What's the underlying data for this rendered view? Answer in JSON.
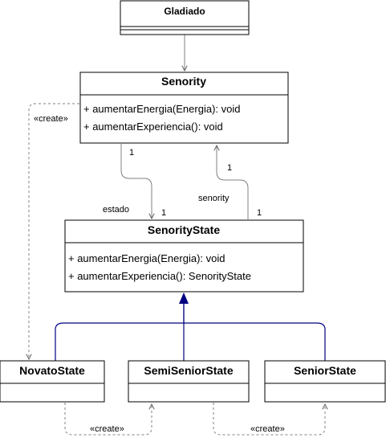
{
  "classes": {
    "gladiado": {
      "name": "Gladiado"
    },
    "senority": {
      "name": "Senority",
      "methods": [
        "+ aumentarEnergia(Energia): void",
        "+ aumentarExperiencia(): void"
      ]
    },
    "senority_state": {
      "name": "SenorityState",
      "methods": [
        "+ aumentarEnergia(Energia): void",
        "+ aumentarExperiencia(): SenorityState"
      ]
    },
    "novato_state": {
      "name": "NovatoState"
    },
    "semi_senior_state": {
      "name": "SemiSeniorState"
    },
    "senior_state": {
      "name": "SeniorState"
    }
  },
  "edges": {
    "create_label": "«create»",
    "estado_role": "estado",
    "senority_role": "senority",
    "multiplicity_one": "1"
  },
  "colors": {
    "generalization": "#000080",
    "association": "#808080"
  }
}
